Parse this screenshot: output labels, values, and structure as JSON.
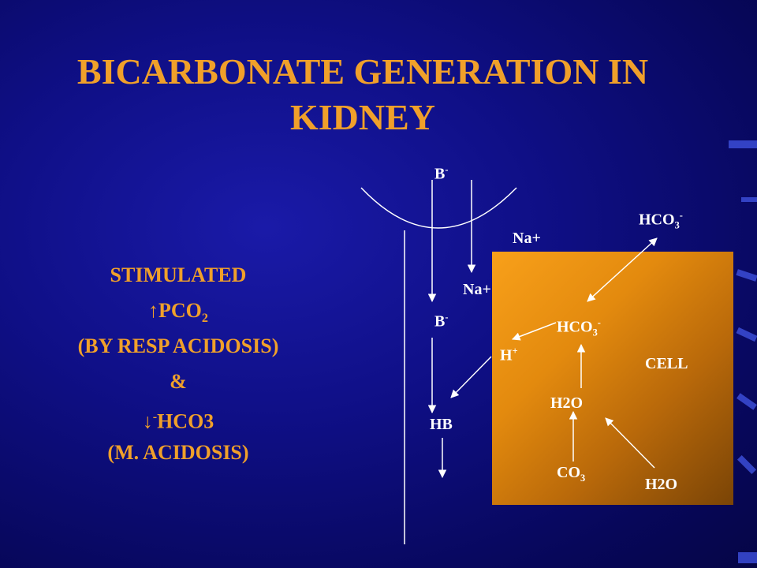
{
  "slide": {
    "title_line1": "BICARBONATE GENERATION IN",
    "title_line2": "KIDNEY"
  },
  "left_text": {
    "line1": "STIMULATED",
    "line2_arrow": "↑",
    "line2_text": "PCO",
    "line2_sub": "2",
    "line3": "(BY RESP ACIDOSIS)",
    "line4": "&",
    "line5_arrow": "↓",
    "line5_sup": "-",
    "line5_text": "HCO3",
    "line6": "(M. ACIDOSIS)"
  },
  "diagram": {
    "b_top": "B",
    "b_top_sup": "-",
    "na_outer": "Na+",
    "na_inner": "Na+",
    "b_mid": "B",
    "b_mid_sup": "-",
    "hb": "HB",
    "hco3_out": "HCO",
    "hco3_out_sub": "3",
    "hco3_out_sup": "-",
    "hco3_in": "HCO",
    "hco3_in_sub": "3",
    "hco3_in_sup": "-",
    "h_plus": "H",
    "h_plus_sup": "+",
    "cell": "CELL",
    "h2o_mid": "H2O",
    "co3": "CO",
    "co3_sub": "3",
    "h2o_bottom": "H2O"
  },
  "colors": {
    "background": "#0f0f86",
    "title_text": "#f0a02a",
    "diagram_text": "#ffffff",
    "cell_fill_top": "#f8a01a",
    "cell_fill_bottom": "#7a4406",
    "edge_accent": "#3b4cd6"
  }
}
